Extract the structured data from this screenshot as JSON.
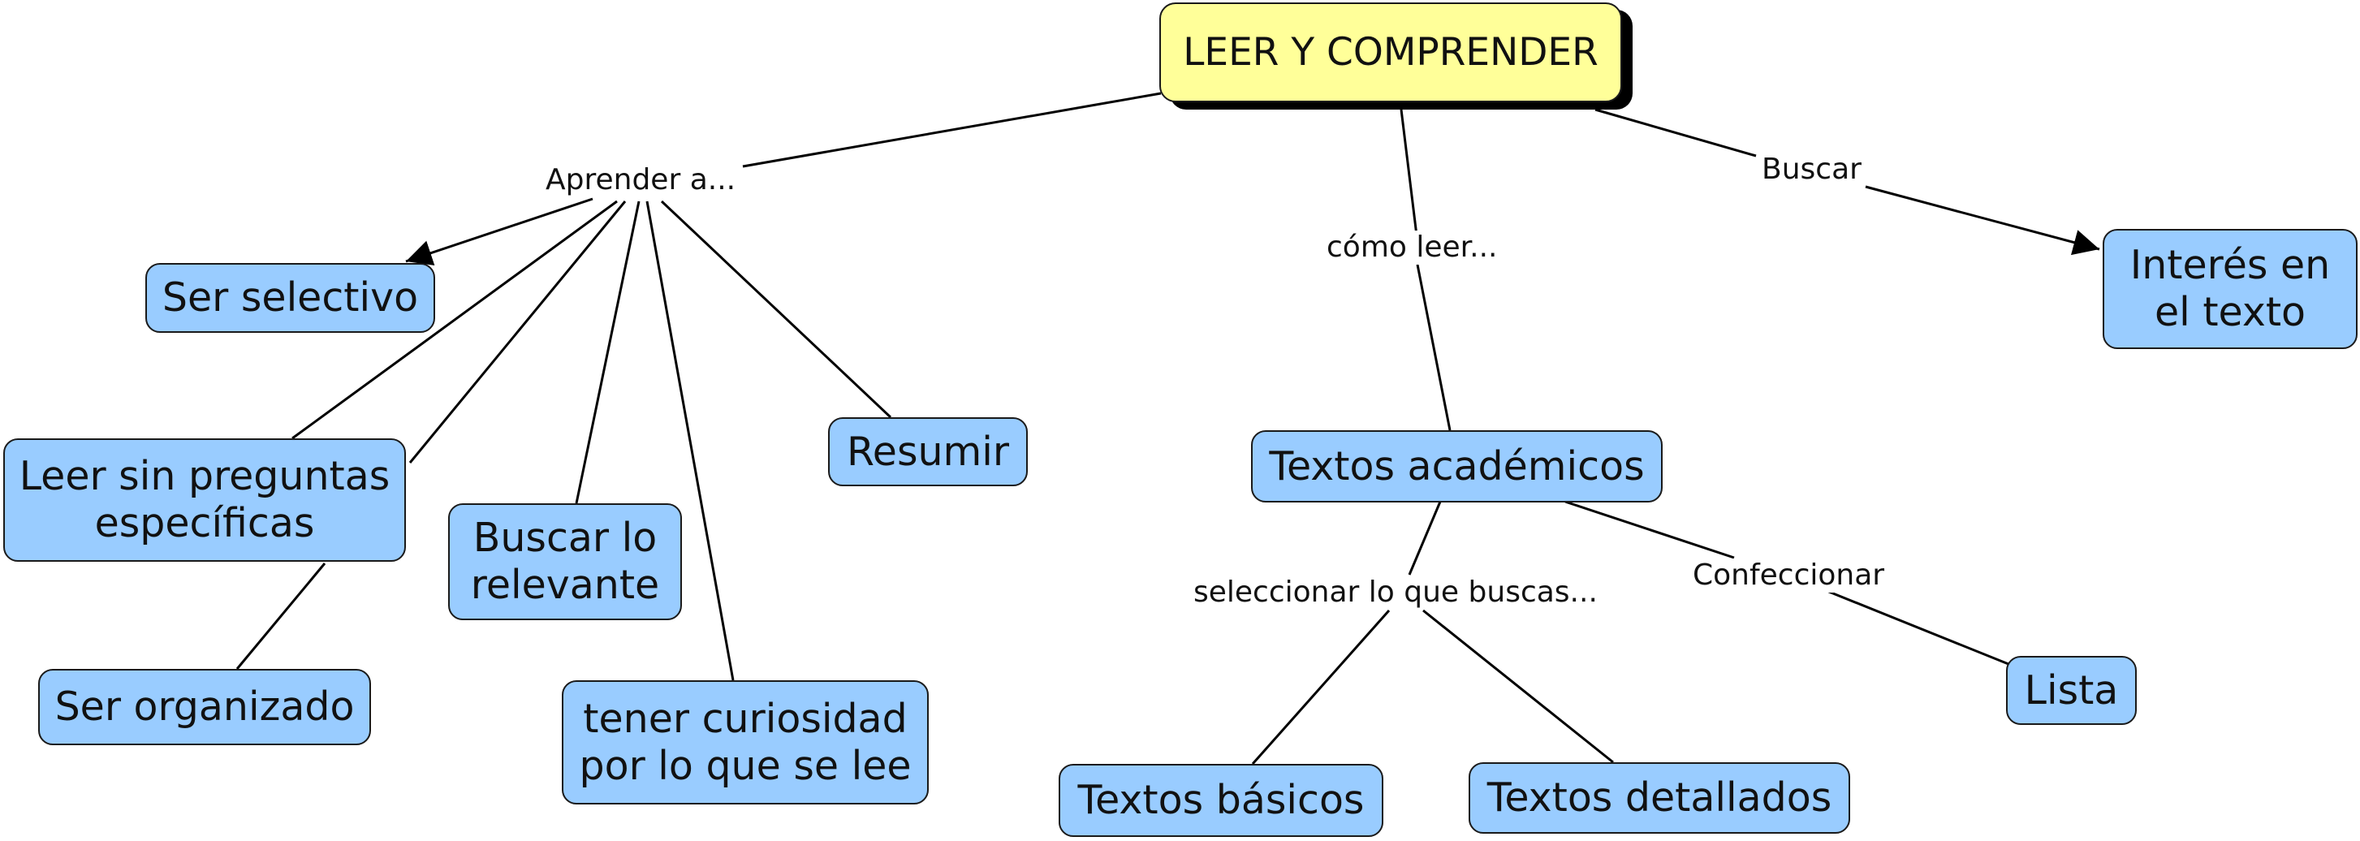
{
  "map": {
    "root": "LEER Y COMPRENDER",
    "links": {
      "aprender": "Aprender a...",
      "buscar": "Buscar",
      "como_leer": "cómo leer...",
      "seleccionar": "seleccionar lo que buscas...",
      "confeccionar": "Confeccionar"
    },
    "concepts": {
      "ser_selectivo": "Ser selectivo",
      "leer_sin_preguntas": "Leer sin preguntas específicas",
      "ser_organizado": "Ser organizado",
      "buscar_relevante": "Buscar lo relevante",
      "tener_curiosidad": "tener curiosidad por lo que se lee",
      "resumir": "Resumir",
      "textos_academicos": "Textos académicos",
      "textos_basicos": "Textos básicos",
      "textos_detallados": "Textos detallados",
      "lista": "Lista",
      "interes_texto": "Interés en el texto"
    }
  },
  "colors": {
    "root_fill": "#ffff99",
    "concept_fill": "#99ccff",
    "border": "#1a1a1a",
    "shadow": "#000000"
  }
}
